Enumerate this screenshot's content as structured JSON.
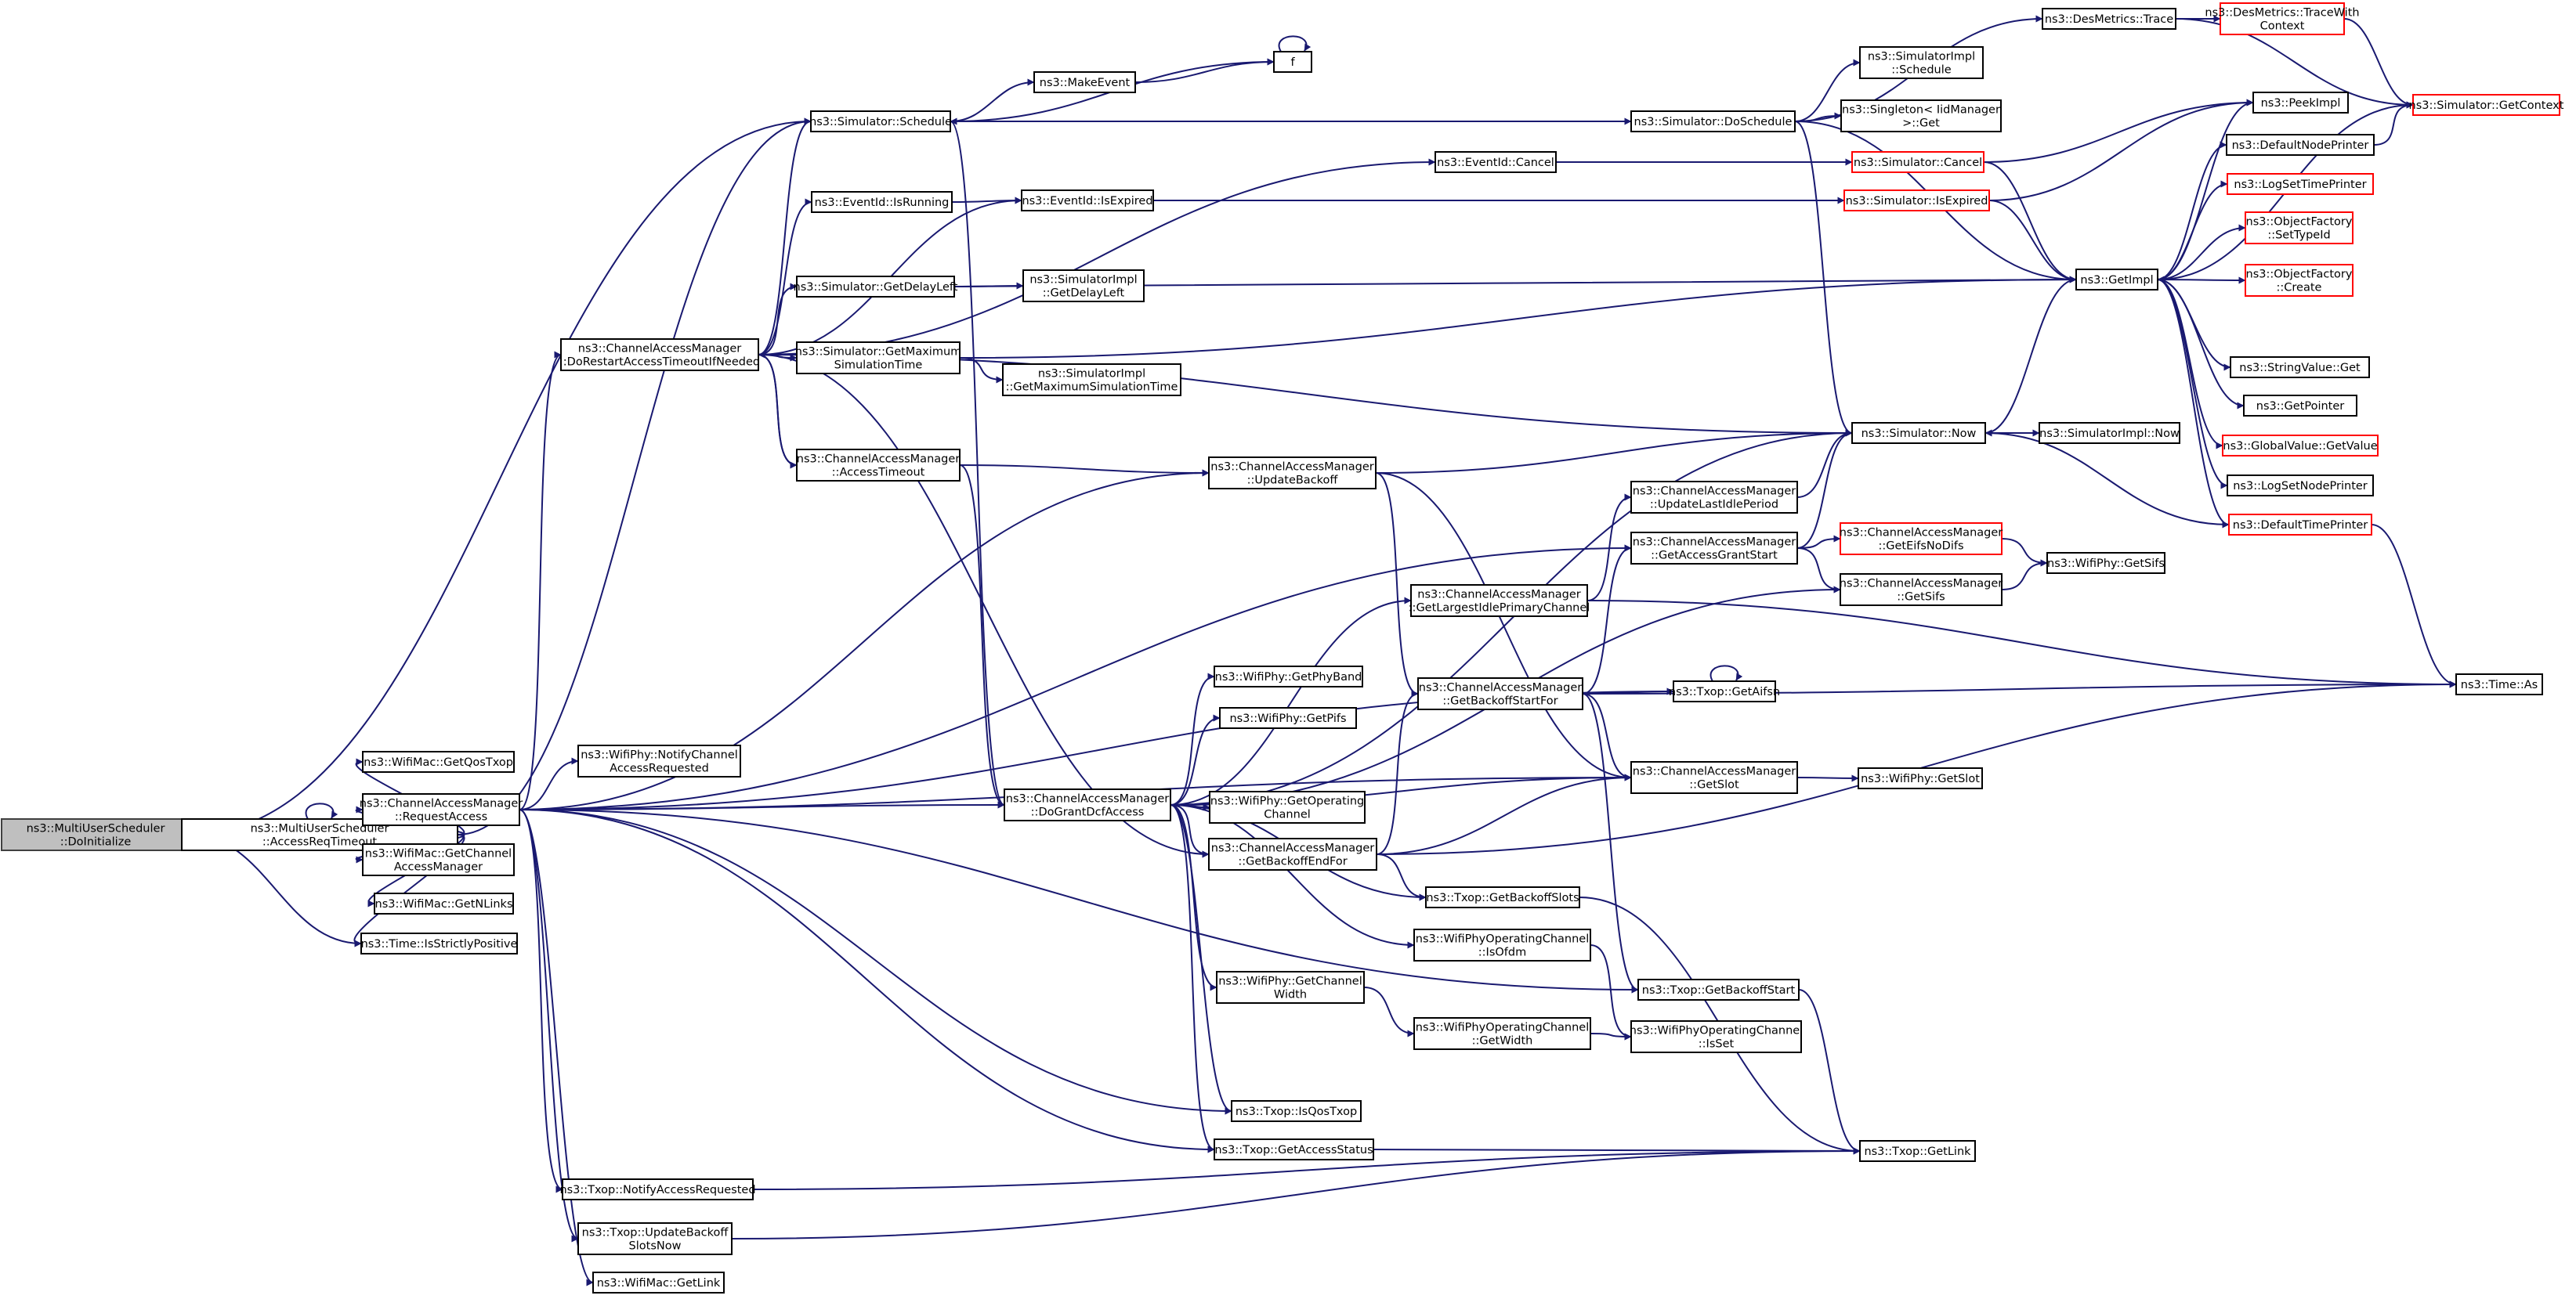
{
  "nodes": {
    "doinit": [
      "ns3::MultiUserScheduler",
      "::DoInitialize"
    ],
    "accreq": [
      "ns3::MultiUserScheduler",
      "::AccessReqTimeout"
    ],
    "getqos": [
      "ns3::WifiMac::GetQosTxop"
    ],
    "reqacc": [
      "ns3::ChannelAccessManager",
      "::RequestAccess"
    ],
    "getcam": [
      "ns3::WifiMac::GetChannel",
      "AccessManager"
    ],
    "getnlinks": [
      "ns3::WifiMac::GetNLinks"
    ],
    "strictpos": [
      "ns3::Time::IsStrictlyPositive"
    ],
    "schedule": [
      "ns3::Simulator::Schedule"
    ],
    "restart": [
      "ns3::ChannelAccessManager",
      "::DoRestartAccessTimeoutIfNeeded"
    ],
    "isrunning": [
      "ns3::EventId::IsRunning"
    ],
    "getdelay": [
      "ns3::Simulator::GetDelayLeft"
    ],
    "getmaxsim": [
      "ns3::Simulator::GetMaximum",
      "SimulationTime"
    ],
    "acctimeout": [
      "ns3::ChannelAccessManager",
      "::AccessTimeout"
    ],
    "notifyreq": [
      "ns3::WifiPhy::NotifyChannel",
      "AccessRequested"
    ],
    "txnotify": [
      "ns3::Txop::NotifyAccessRequested"
    ],
    "txupdate": [
      "ns3::Txop::UpdateBackoff",
      "SlotsNow"
    ],
    "getlinkmac": [
      "ns3::WifiMac::GetLink"
    ],
    "makeevent": [
      "ns3::MakeEvent"
    ],
    "f": [
      "f"
    ],
    "evcancel": [
      "ns3::EventId::Cancel"
    ],
    "evexpired": [
      "ns3::EventId::IsExpired"
    ],
    "implgetdelay": [
      "ns3::SimulatorImpl",
      "::GetDelayLeft"
    ],
    "implgetmax": [
      "ns3::SimulatorImpl",
      "::GetMaximumSimulationTime"
    ],
    "updbackoff": [
      "ns3::ChannelAccessManager",
      "::UpdateBackoff"
    ],
    "dogrant": [
      "ns3::ChannelAccessManager",
      "::DoGrantDcfAccess"
    ],
    "getphyband": [
      "ns3::WifiPhy::GetPhyBand"
    ],
    "getpifs": [
      "ns3::WifiPhy::GetPifs"
    ],
    "getopch": [
      "ns3::WifiPhy::GetOperating",
      "Channel"
    ],
    "getbackend": [
      "ns3::ChannelAccessManager",
      "::GetBackoffEndFor"
    ],
    "getchwidth": [
      "ns3::WifiPhy::GetChannel",
      "Width"
    ],
    "isqostxop": [
      "ns3::Txop::IsQosTxop"
    ],
    "getaccstat": [
      "ns3::Txop::GetAccessStatus"
    ],
    "doschedule": [
      "ns3::Simulator::DoSchedule"
    ],
    "largest": [
      "ns3::ChannelAccessManager",
      "::GetLargestIdlePrimaryChannel"
    ],
    "getbackstart": [
      "ns3::ChannelAccessManager",
      "::GetBackoffStartFor"
    ],
    "getbackslots": [
      "ns3::Txop::GetBackoffSlots"
    ],
    "isofdm": [
      "ns3::WifiPhyOperatingChannel",
      "::IsOfdm"
    ],
    "opchwidth": [
      "ns3::WifiPhyOperatingChannel",
      "::GetWidth"
    ],
    "implschedule": [
      "ns3::SimulatorImpl",
      "::Schedule"
    ],
    "singleton": [
      "ns3::Singleton< IidManager",
      ">::Get"
    ],
    "updlastidle": [
      "ns3::ChannelAccessManager",
      "::UpdateLastIdlePeriod"
    ],
    "grantstart": [
      "ns3::ChannelAccessManager",
      "::GetAccessGrantStart"
    ],
    "camgetslot": [
      "ns3::ChannelAccessManager",
      "::GetSlot"
    ],
    "txbackstart": [
      "ns3::Txop::GetBackoffStart"
    ],
    "isset": [
      "ns3::WifiPhyOperatingChannel",
      "::IsSet"
    ],
    "trace": [
      "ns3::DesMetrics::Trace"
    ],
    "simcancel": [
      "ns3::Simulator::Cancel"
    ],
    "simexpired": [
      "ns3::Simulator::IsExpired"
    ],
    "now": [
      "ns3::Simulator::Now"
    ],
    "eifs": [
      "ns3::ChannelAccessManager",
      "::GetEifsNoDifs"
    ],
    "camgetsifs": [
      "ns3::ChannelAccessManager",
      "::GetSifs"
    ],
    "aifsn": [
      "ns3::Txop::GetAifsn"
    ],
    "txgetlink": [
      "ns3::Txop::GetLink"
    ],
    "implnow": [
      "ns3::SimulatorImpl::Now"
    ],
    "phygetsifs": [
      "ns3::WifiPhy::GetSifs"
    ],
    "phygetslot": [
      "ns3::WifiPhy::GetSlot"
    ],
    "tracectx": [
      "ns3::DesMetrics::TraceWith",
      "Context"
    ],
    "getimpl": [
      "ns3::GetImpl"
    ],
    "peekimpl": [
      "ns3::PeekImpl"
    ],
    "defnode": [
      "ns3::DefaultNodePrinter"
    ],
    "logsettime": [
      "ns3::LogSetTimePrinter"
    ],
    "settypeid": [
      "ns3::ObjectFactory",
      "::SetTypeId"
    ],
    "ofcreate": [
      "ns3::ObjectFactory",
      "::Create"
    ],
    "strget": [
      "ns3::StringValue::Get"
    ],
    "getpointer": [
      "ns3::GetPointer"
    ],
    "gvgetvalue": [
      "ns3::GlobalValue::GetValue"
    ],
    "logsetnode": [
      "ns3::LogSetNodePrinter"
    ],
    "deftime": [
      "ns3::DefaultTimePrinter"
    ],
    "getcontext": [
      "ns3::Simulator::GetContext"
    ],
    "timeas": [
      "ns3::Time::As"
    ]
  },
  "colors": {
    "edge": "#191970",
    "node_border": "#000000",
    "truncated_border": "#ff0000",
    "root_fill": "#bfbfbf"
  }
}
